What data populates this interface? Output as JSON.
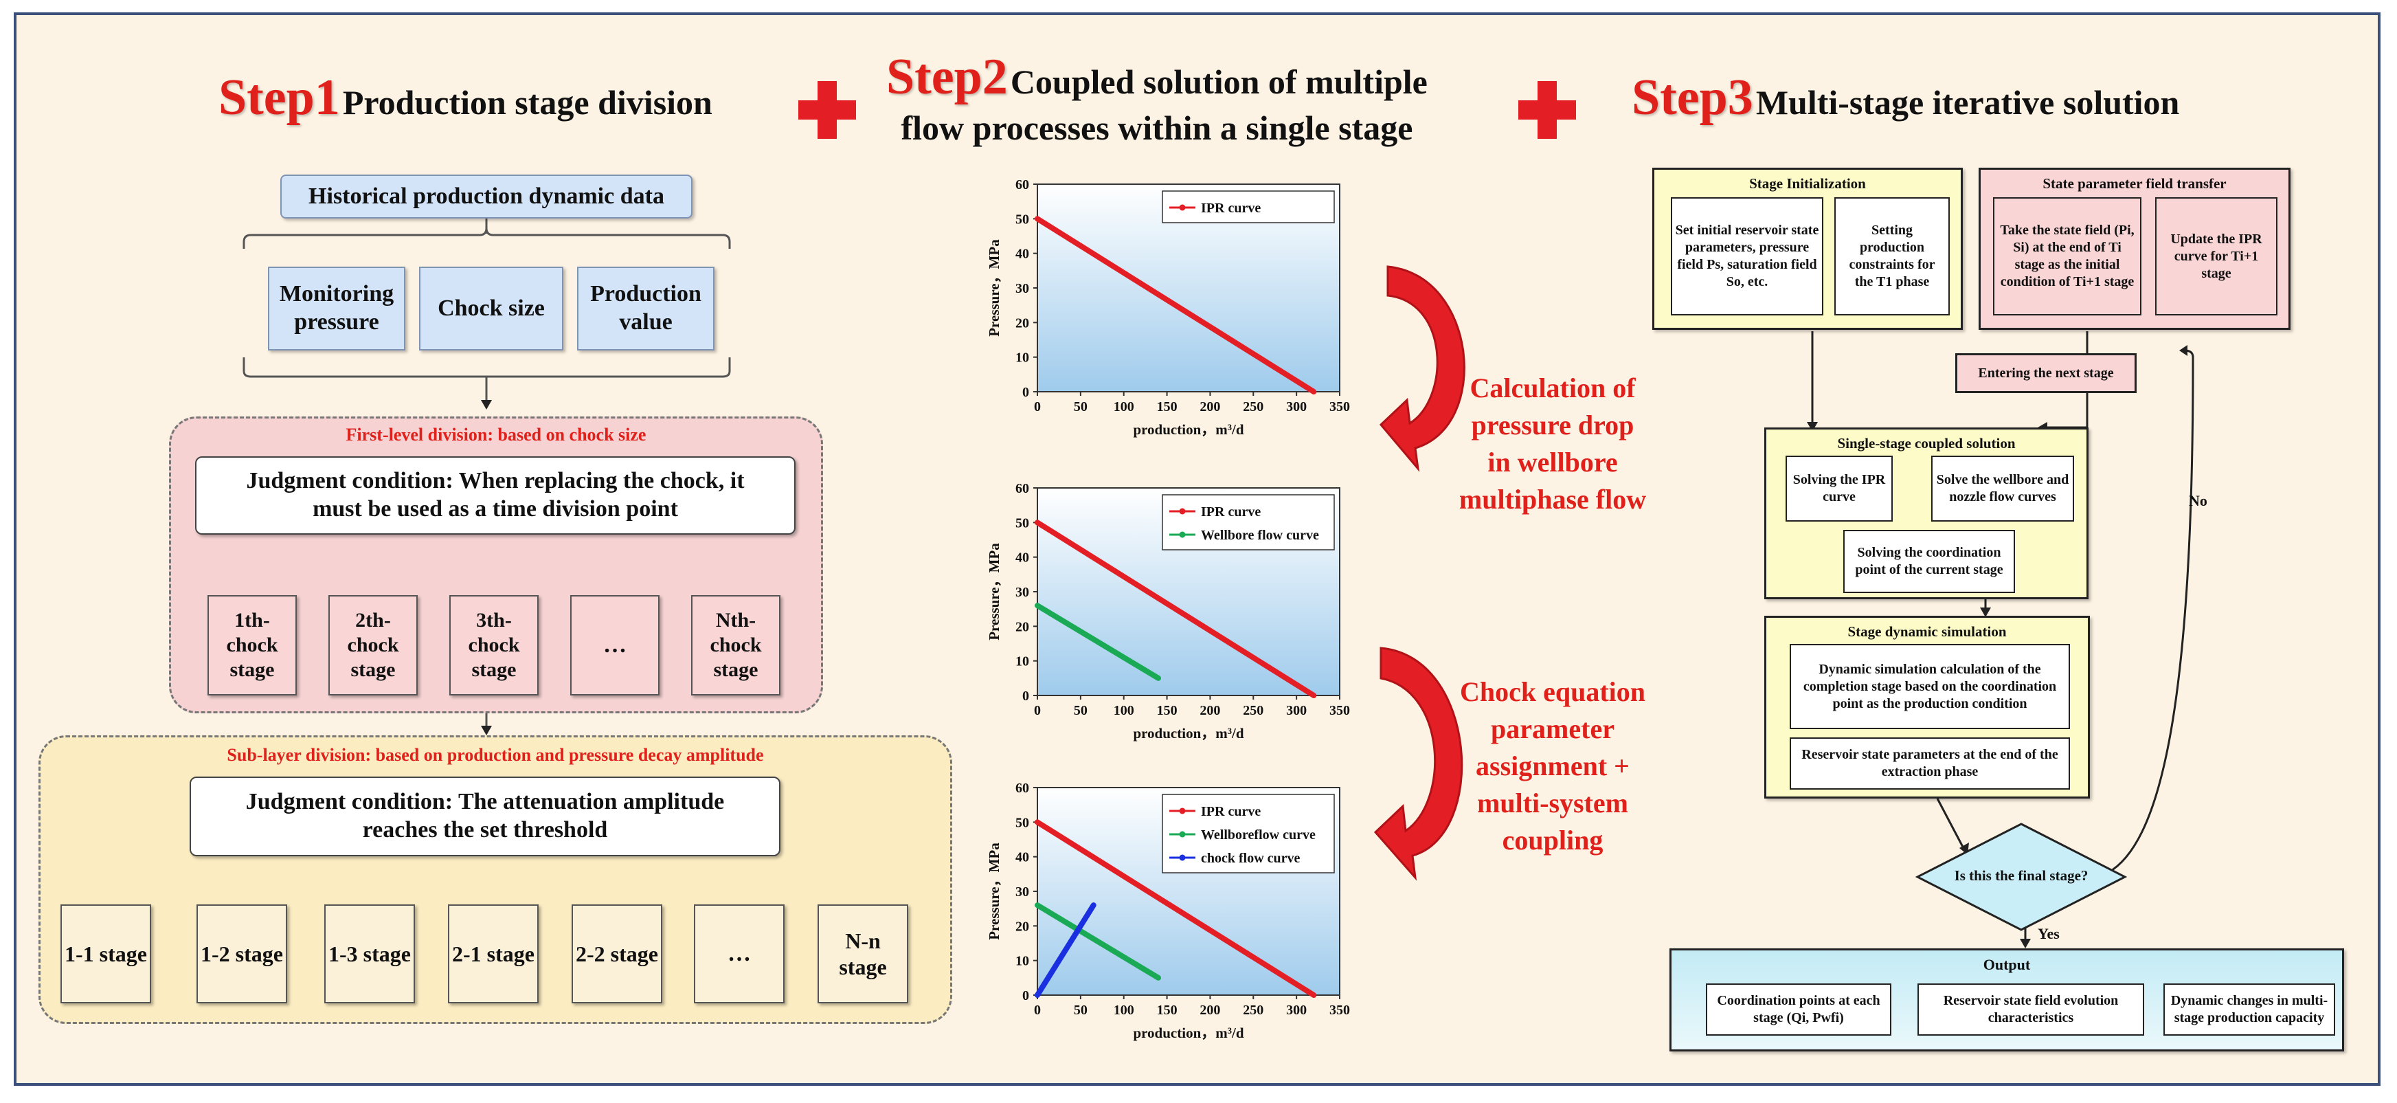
{
  "steps": {
    "step1": {
      "num": "Step1",
      "title": "Production stage division"
    },
    "step2": {
      "num": "Step2",
      "title_line1": "Coupled solution of multiple",
      "title_line2": "flow processes within a single stage"
    },
    "step3": {
      "num": "Step3",
      "title": "Multi-stage iterative solution"
    }
  },
  "colors": {
    "accent_red": "#e31e24",
    "ipr": "#e31e24",
    "wellbore": "#1aaa55",
    "chock": "#1a2fe0"
  },
  "left": {
    "historical": "Historical production dynamic data",
    "inputs": [
      "Monitoring pressure",
      "Chock size",
      "Production value"
    ],
    "first_level_label": "First-level division: based on chock size",
    "first_level_condition": "Judgment condition: When replacing the chock, it must be used as a time division point",
    "chock_stages": [
      "1th-chock stage",
      "2th-chock stage",
      "3th-chock stage",
      "…",
      "Nth-chock stage"
    ],
    "sublayer_label": "Sub-layer division: based on production and pressure decay amplitude",
    "sublayer_condition": "Judgment condition: The attenuation amplitude reaches the set threshold",
    "sub_stages": [
      "1-1 stage",
      "1-2 stage",
      "1-3 stage",
      "2-1 stage",
      "2-2 stage",
      "…",
      "N-n stage"
    ]
  },
  "middle": {
    "arrow_text_1": "Calculation of pressure drop in wellbore multiphase flow",
    "arrow_text_2": "Chock equation parameter assignment + multi-system coupling"
  },
  "chart_data": [
    {
      "type": "line",
      "xlabel": "production，m³/d",
      "ylabel": "Pressure，MPa",
      "xlim": [
        0,
        350
      ],
      "ylim": [
        0,
        60
      ],
      "xticks": [
        "0",
        "50",
        "100",
        "150",
        "200",
        "250",
        "300",
        "350"
      ],
      "yticks": [
        "0",
        "10",
        "20",
        "30",
        "40",
        "50",
        "60"
      ],
      "legend": "top-right",
      "series": [
        {
          "name": "IPR curve",
          "color": "#e31e24",
          "x": [
            0,
            320
          ],
          "y": [
            50,
            0
          ]
        }
      ]
    },
    {
      "type": "line",
      "xlabel": "production，m³/d",
      "ylabel": "Pressure，MPa",
      "xlim": [
        0,
        350
      ],
      "ylim": [
        0,
        60
      ],
      "xticks": [
        "0",
        "50",
        "100",
        "150",
        "200",
        "250",
        "300",
        "350"
      ],
      "yticks": [
        "0",
        "10",
        "20",
        "30",
        "40",
        "50",
        "60"
      ],
      "legend": "top-right",
      "series": [
        {
          "name": "IPR curve",
          "color": "#e31e24",
          "x": [
            0,
            320
          ],
          "y": [
            50,
            0
          ]
        },
        {
          "name": "Wellbore flow curve",
          "color": "#1aaa55",
          "x": [
            0,
            140
          ],
          "y": [
            26,
            5
          ]
        }
      ]
    },
    {
      "type": "line",
      "xlabel": "production，m³/d",
      "ylabel": "Pressure，MPa",
      "xlim": [
        0,
        350
      ],
      "ylim": [
        0,
        60
      ],
      "xticks": [
        "0",
        "50",
        "100",
        "150",
        "200",
        "250",
        "300",
        "350"
      ],
      "yticks": [
        "0",
        "10",
        "20",
        "30",
        "40",
        "50",
        "60"
      ],
      "legend": "top-right",
      "series": [
        {
          "name": "IPR curve",
          "color": "#e31e24",
          "x": [
            0,
            320
          ],
          "y": [
            50,
            0
          ]
        },
        {
          "name": "Wellboreflow curve",
          "color": "#1aaa55",
          "x": [
            0,
            140
          ],
          "y": [
            26,
            5
          ]
        },
        {
          "name": "chock flow curve",
          "color": "#1a2fe0",
          "x": [
            0,
            65
          ],
          "y": [
            0,
            26
          ]
        }
      ]
    }
  ],
  "flow": {
    "stage_init_title": "Stage Initialization",
    "stage_init_box1": "Set initial reservoir state parameters, pressure field Ps, saturation field So, etc.",
    "stage_init_box2": "Setting production constraints for the T1 phase",
    "transfer_title": "State parameter field transfer",
    "transfer_box1": "Take the state field (Pi, Si) at the end of Ti stage as the initial condition of Ti+1 stage",
    "transfer_box2": "Update the IPR curve for Ti+1 stage",
    "next_stage": "Entering the next stage",
    "coupled_title": "Single-stage coupled solution",
    "coupled_box1": "Solving the IPR curve",
    "coupled_box2": "Solve the wellbore and nozzle flow curves",
    "coupled_box3": "Solving the coordination point of the current stage",
    "dynamic_title": "Stage dynamic simulation",
    "dynamic_box1": "Dynamic simulation calculation of the completion stage based on the coordination point as the production condition",
    "dynamic_box2": "Reservoir state parameters at the end of the extraction phase",
    "decision": "Is this the final stage?",
    "no_label": "No",
    "yes_label": "Yes",
    "output_title": "Output",
    "output_boxes": [
      "Coordination points at each stage (Qi, Pwfi)",
      "Reservoir state field evolution characteristics",
      "Dynamic changes in multi-stage production capacity"
    ]
  }
}
